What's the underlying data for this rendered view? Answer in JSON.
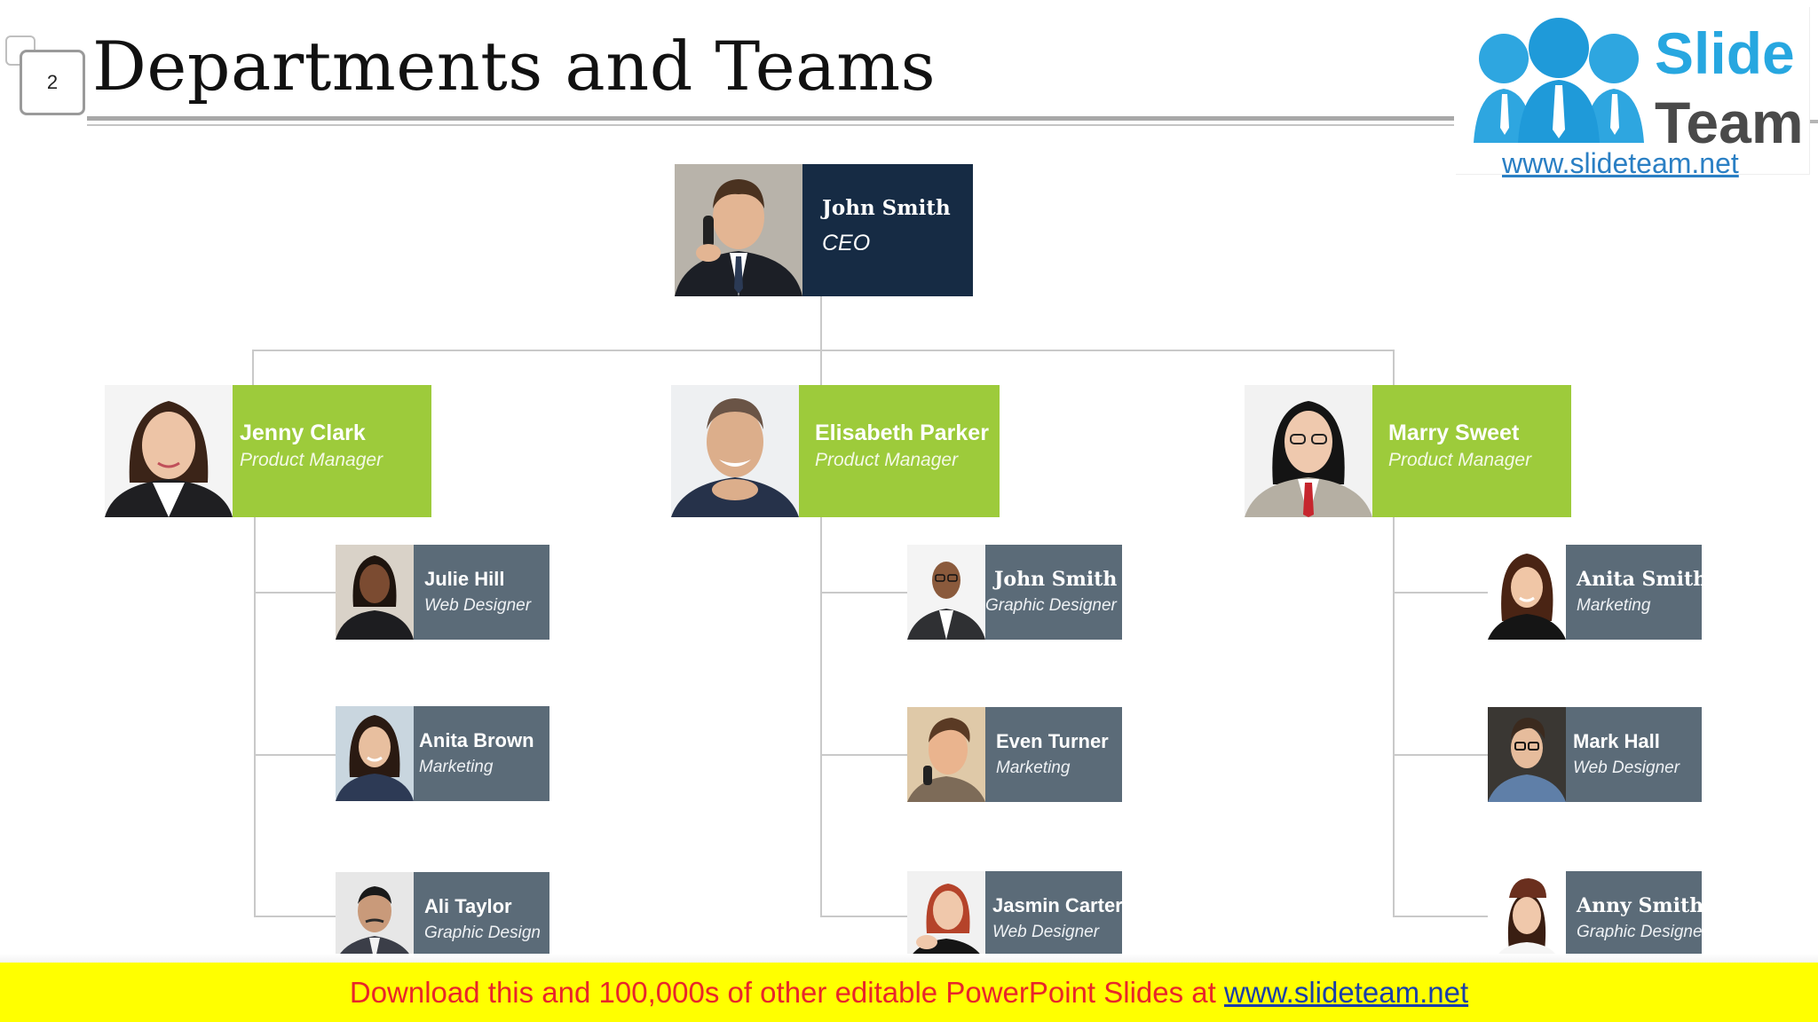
{
  "slide": {
    "number": "2",
    "title": "Departments and Teams"
  },
  "logo": {
    "word1": "Slide",
    "word2": "Team",
    "url": "www.slideteam.net"
  },
  "colors": {
    "ceo_box": "#162b44",
    "manager_box": "#9dcb3b",
    "employee_box": "#5b6b78",
    "connector": "#c9c9c9",
    "banner_bg": "#ffff00",
    "banner_text": "#e8262a"
  },
  "org": {
    "ceo": {
      "name": "John Smith",
      "role": "CEO"
    },
    "managers": [
      {
        "name": "Jenny Clark",
        "role": "Product Manager"
      },
      {
        "name": "Elisabeth Parker",
        "role": "Product Manager"
      },
      {
        "name": "Marry Sweet",
        "role": "Product Manager"
      }
    ],
    "teams": [
      [
        {
          "name": "Julie Hill",
          "role": "Web Designer"
        },
        {
          "name": "Anita Brown",
          "role": "Marketing"
        },
        {
          "name": "Ali Taylor",
          "role": "Graphic Design"
        }
      ],
      [
        {
          "name": "John Smith",
          "role": "Graphic Designer"
        },
        {
          "name": "Even Turner",
          "role": "Marketing"
        },
        {
          "name": "Jasmin Carter",
          "role": "Web Designer"
        }
      ],
      [
        {
          "name": "Anita Smith",
          "role": "Marketing"
        },
        {
          "name": "Mark Hall",
          "role": "Web Designer"
        },
        {
          "name": "Anny Smith",
          "role": "Graphic Designe"
        }
      ]
    ]
  },
  "banner": {
    "text": "Download this and 100,000s of other editable PowerPoint Slides at ",
    "link": "www.slideteam.net"
  }
}
